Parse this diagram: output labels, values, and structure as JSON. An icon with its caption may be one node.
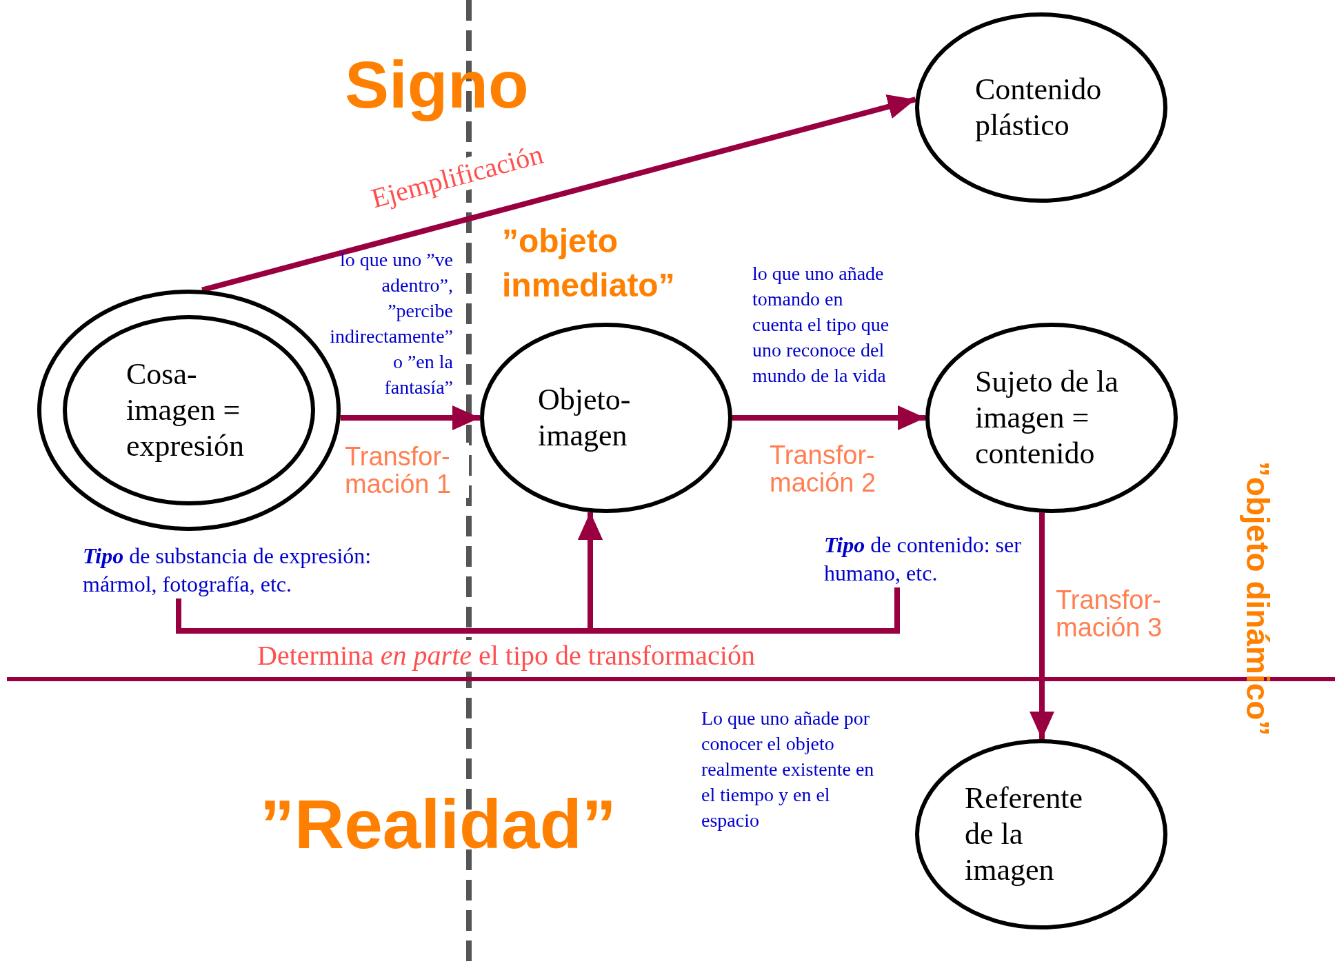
{
  "diagram": {
    "nodes": [
      {
        "text": [],
        "shape": "circle"
      },
      {
        "text": [
          "Cosa-imagen = expresión"
        ],
        "in": 0
      },
      {
        "text": [
          "Objeto-imagen"
        ]
      },
      {
        "text": [
          "Sujeto de la imagen = contenido"
        ]
      },
      {
        "text": [
          "Contenido plástico"
        ]
      },
      {
        "text": [
          "Referente de la imagen"
        ]
      },
      {
        "text": [
          "**Tipo** de substancia de expresión: mármol, fotografía, etc."
        ]
      },
      {
        "text": [
          "**Tipo** de contenido: ser humano, etc."
        ]
      }
    ],
    "edges": [
      {
        "from": 0,
        "to": 4,
        "arrow": "to",
        "label": "Ejemplificación"
      },
      {
        "from": 0,
        "to": 2,
        "arrow": "to",
        "label": "Transfor- mación 1"
      },
      {
        "from": 2,
        "to": 3,
        "arrow": "to",
        "label": "Transfor- mación 2"
      },
      {
        "from": 3,
        "to": 5,
        "arrow": "to",
        "label": "Transfor- mación 3"
      },
      {
        "from": 6,
        "to": 2,
        "arrow": "to",
        "label": "Determina *en parte* el tipo de transformación"
      },
      {
        "from": 7,
        "to": 2,
        "arrow": "to"
      }
    ],
    "labels": [
      "Signo",
      "”objeto inmediato”",
      "lo que uno ”ve adentro”, ”percibe indirectamente” o ”en la fantasía”",
      "lo que uno añade tomando en cuenta el tipo que uno reconoce del mundo de la vida",
      "”objeto dinámico”",
      "Lo que uno añade por conocer el objeto realmente existente en el tiempo y en el espacio",
      "”Realidad”"
    ]
  }
}
